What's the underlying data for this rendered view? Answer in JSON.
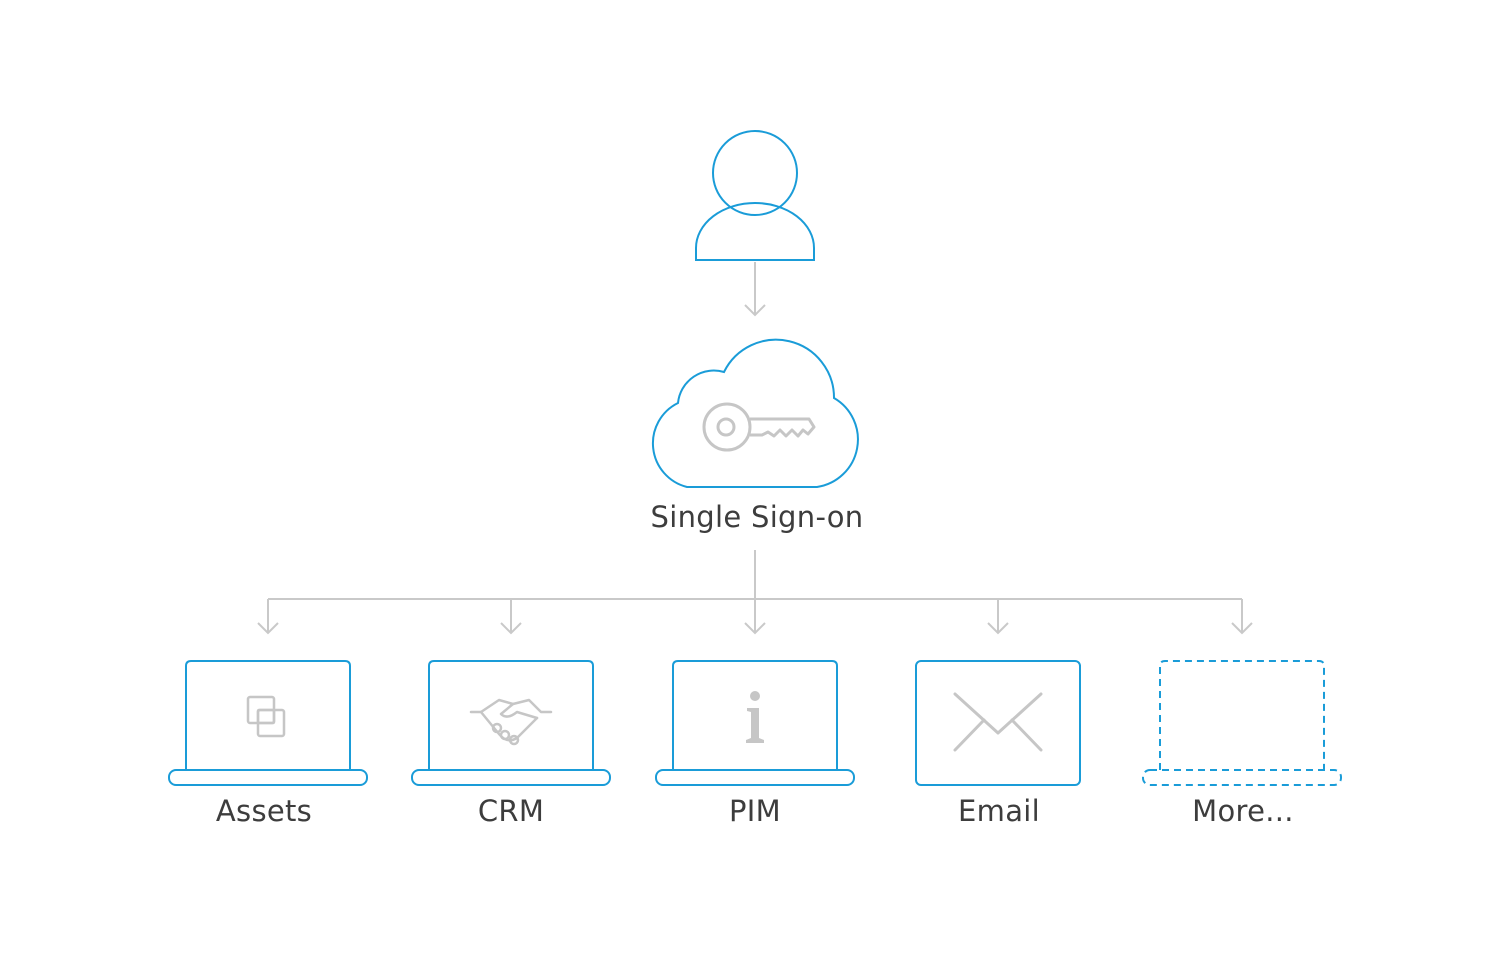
{
  "colors": {
    "accent": "#1a9cd8",
    "connector": "#c9c9c9",
    "icon_gray": "#c6c6c6",
    "text": "#3d3d3d",
    "background": "#ffffff"
  },
  "user": {
    "icon": "user-icon"
  },
  "sso": {
    "label": "Single Sign-on",
    "icon": "cloud-key-icon"
  },
  "apps": [
    {
      "label": "Assets",
      "icon": "assets-icon",
      "style": "laptop"
    },
    {
      "label": "CRM",
      "icon": "handshake-icon",
      "style": "laptop"
    },
    {
      "label": "PIM",
      "icon": "info-icon",
      "style": "laptop"
    },
    {
      "label": "Email",
      "icon": "envelope-icon",
      "style": "screen"
    },
    {
      "label": "More...",
      "icon": "placeholder-laptop-icon",
      "style": "dashed-laptop"
    }
  ]
}
